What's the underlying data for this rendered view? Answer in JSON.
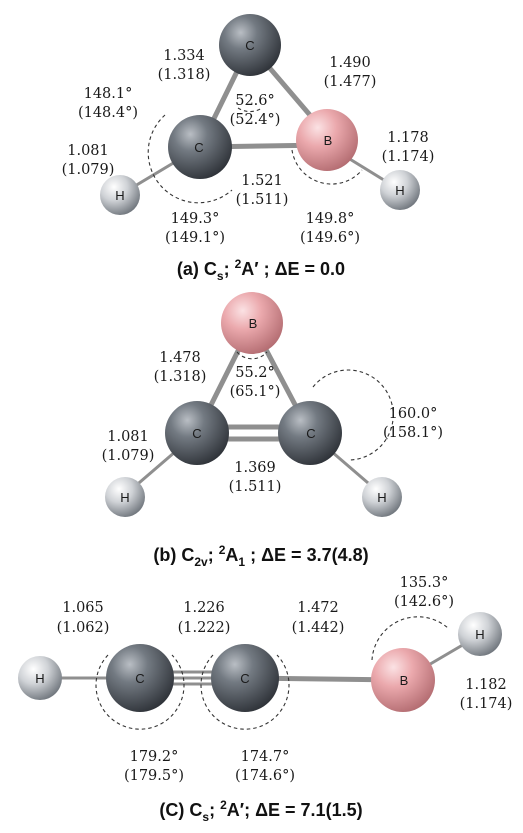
{
  "colors": {
    "carbon": "#5b6169",
    "boron": "#e9a5a9",
    "hydrogen": "#c9ccd0",
    "bond": "#8f8f8f",
    "text": "#1a1a1a"
  },
  "structures": [
    {
      "atoms": {
        "c_top": "C",
        "c_left": "C",
        "b": "B",
        "h_left": "H",
        "h_right": "H"
      },
      "labels": {
        "cc": [
          "1.334",
          "(1.318)"
        ],
        "ccb": [
          "148.1°",
          "(148.4°)"
        ],
        "top_angle": [
          "52.6°",
          "(52.4°)"
        ],
        "cb_top": [
          "1.490",
          "(1.477)"
        ],
        "ch": [
          "1.081",
          "(1.079)"
        ],
        "bh": [
          "1.178",
          "(1.174)"
        ],
        "cb_base": [
          "1.521",
          "(1.511)"
        ],
        "hcc": [
          "149.3°",
          "(149.1°)"
        ],
        "hbc": [
          "149.8°",
          "(149.6°)"
        ]
      },
      "caption": {
        "pre": "(a) C",
        "sub": "s",
        "mid": "; ",
        "sup": "2",
        "post": "A′ ; ΔE = 0.0"
      }
    },
    {
      "atoms": {
        "b": "B",
        "c_left": "C",
        "c_right": "C",
        "h_left": "H",
        "h_right": "H"
      },
      "labels": {
        "bc": [
          "1.478",
          "(1.318)"
        ],
        "top_angle": [
          "55.2°",
          "(65.1°)"
        ],
        "ch": [
          "1.081",
          "(1.079)"
        ],
        "cc": [
          "1.369",
          "(1.511)"
        ],
        "hcb": [
          "160.0°",
          "(158.1°)"
        ]
      },
      "caption": {
        "pre": "(b) C",
        "sub": "2v",
        "mid": "; ",
        "sup": "2",
        "post": "A",
        "sub2": "1",
        "post2": " ; ΔE = 3.7(4.8)"
      }
    },
    {
      "atoms": {
        "h_left": "H",
        "c_left": "C",
        "c_right": "C",
        "b": "B",
        "h_right": "H"
      },
      "labels": {
        "ch": [
          "1.065",
          "(1.062)"
        ],
        "cc": [
          "1.226",
          "(1.222)"
        ],
        "cb": [
          "1.472",
          "(1.442)"
        ],
        "cbh": [
          "135.3°",
          "(142.6°)"
        ],
        "bh": [
          "1.182",
          "(1.174)"
        ],
        "hcc": [
          "179.2°",
          "(179.5°)"
        ],
        "ccb": [
          "174.7°",
          "(174.6°)"
        ]
      },
      "caption": {
        "pre": "(C) C",
        "sub": "s",
        "mid": "; ",
        "sup": "2",
        "post": "A′; ΔE = 7.1(1.5)"
      }
    }
  ]
}
